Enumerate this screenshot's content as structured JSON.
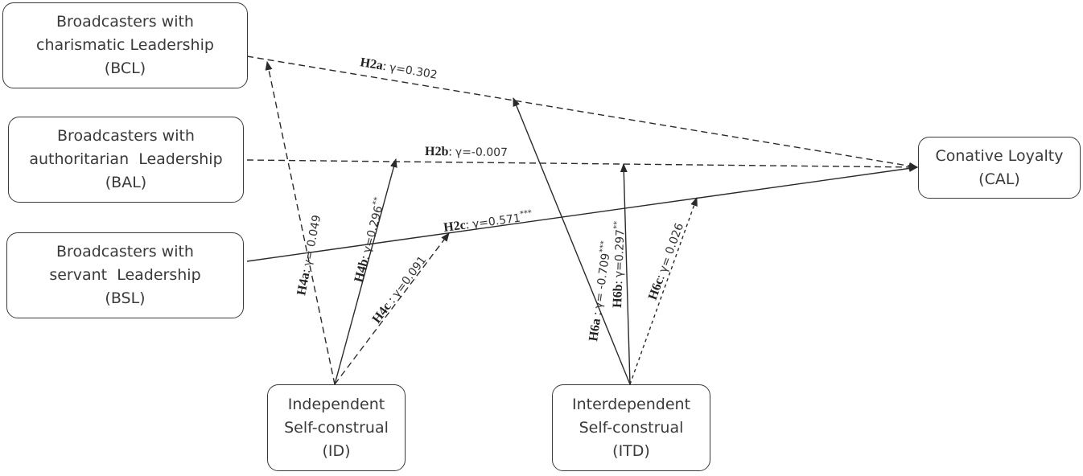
{
  "nodes": {
    "bcl": {
      "line1": "Broadcasters with",
      "line2": "charismatic Leadership",
      "line3": "(BCL)"
    },
    "bal": {
      "line1": "Broadcasters with",
      "line2": "authoritarian  Leadership",
      "line3": "(BAL)"
    },
    "bsl": {
      "line1": "Broadcasters with",
      "line2": "servant  Leadership",
      "line3": "(BSL)"
    },
    "cal": {
      "line1": "Conative Loyalty",
      "line2": "(CAL)"
    },
    "id": {
      "line1": "Independent",
      "line2": "Self-construal",
      "line3": "(ID)"
    },
    "itd": {
      "line1": "Interdependent",
      "line2": "Self-construal",
      "line3": "(ITD)"
    }
  },
  "paths": {
    "h2a": {
      "hyp": "H2a",
      "sep": ": ",
      "coef": "γ=0.302",
      "sig": "",
      "style": "dashed"
    },
    "h2b": {
      "hyp": "H2b",
      "sep": ": ",
      "coef": "γ=-0.007",
      "sig": "",
      "style": "dashed"
    },
    "h2c": {
      "hyp": "H2c",
      "sep": ": ",
      "coef": "γ=0.571",
      "sig": "***",
      "style": "solid"
    },
    "h4a": {
      "hyp": "H4a",
      "sep": ": ",
      "coef": "γ= 0.049",
      "sig": "",
      "style": "dashed"
    },
    "h4b": {
      "hyp": "H4b",
      "sep": ": ",
      "coef": "γ=0.296",
      "sig": "**",
      "style": "solid"
    },
    "h4c": {
      "hyp": "H4c",
      "sep": " : ",
      "coef": "γ=0.091",
      "sig": "",
      "style": "dashed"
    },
    "h6a": {
      "hyp": "H6a",
      "sep": " : ",
      "coef": "γ= -0.709",
      "sig": "***",
      "style": "solid"
    },
    "h6b": {
      "hyp": "H6b",
      "sep": ": ",
      "coef": "γ=0.297",
      "sig": "**",
      "style": "solid"
    },
    "h6c": {
      "hyp": "H6c",
      "sep": ": ",
      "coef": "γ= 0.026",
      "sig": "",
      "style": "dashed"
    }
  },
  "colors": {
    "line": "#2a2a2a",
    "box_border": "#3a3a3a",
    "text": "#3a3a3a"
  }
}
